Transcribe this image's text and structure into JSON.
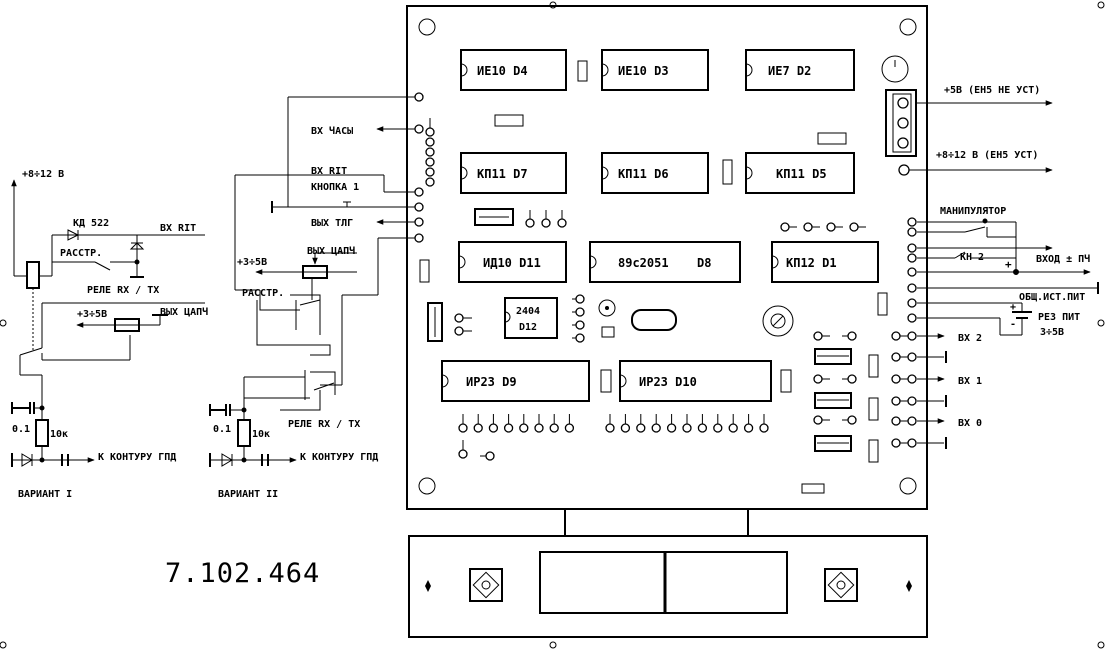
{
  "chips": {
    "d4": "ИЕ10  D4",
    "d3": "ИЕ10  D3",
    "d2": "ИЕ7  D2",
    "d7": "КП11  D7",
    "d6": "КП11  D6",
    "d5": "КП11  D5",
    "d11": "ИД10  D11",
    "d8a": "89с2051",
    "d8b": "D8",
    "d1": "КП12  D1",
    "d12a": "2404",
    "d12b": "D12",
    "d9": "ИР23   D9",
    "d10": "ИР23   D10"
  },
  "left_labels": {
    "vx_chasy": "ВХ ЧАСЫ",
    "vx_rit": "ВХ RIT",
    "knopka": "КНОПКА 1",
    "vyh_tlg": "ВЫХ ТЛГ",
    "vyh_capch": "ВЫХ ЦАПЧ",
    "plus3_5v": "+3÷5В",
    "rasstr": "РАССТР.",
    "rele": "РЕЛЕ RX / TX",
    "c01": "0.1",
    "r10k": "10к",
    "k_konturu": "К КОНТУРУ ГПД",
    "variant2": "ВАРИАНТ II"
  },
  "variant1_labels": {
    "plus8_12": "+8÷12 В",
    "kd522": "КД 522",
    "vx_rit": "ВХ RIT",
    "rasstr": "РАССТР.",
    "rele": "РЕЛЕ RX / TX",
    "plus3_5v": "+3÷5В",
    "vyh_capch": "ВЫХ ЦАПЧ",
    "c01": "0.1",
    "r10k": "10к",
    "k_konturu": "К КОНТУРУ ГПД",
    "variant1": "ВАРИАНТ I"
  },
  "right_labels": {
    "plus5v": "+5В (ЕН5 НЕ УСТ)",
    "plus8_12": "+8÷12 В (ЕН5 УСТ)",
    "manipulyator": "МАНИПУЛЯТОР",
    "kn2": "КН 2",
    "vhod_pch": "ВХОД ± ПЧ",
    "obsch": "ОБЩ.ИСТ.ПИТ",
    "rez_pit": "РЕЗ ПИТ",
    "rez_volt": "3÷5В",
    "vx2": "ВХ 2",
    "vx1": "ВХ 1",
    "vx0": "ВХ 0"
  },
  "code_number": "7.102.464"
}
